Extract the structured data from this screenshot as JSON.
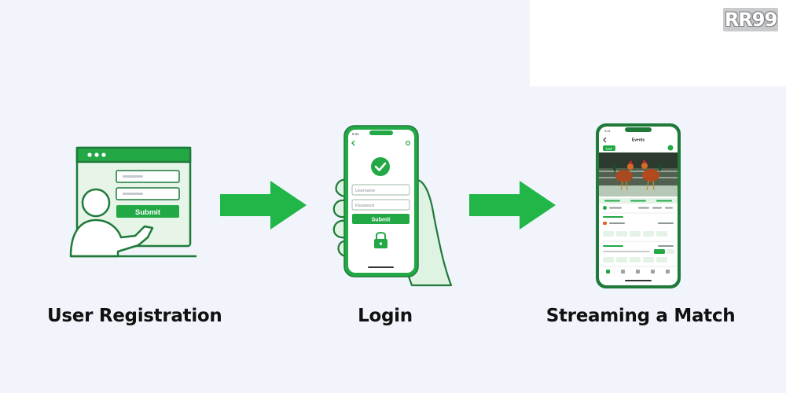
{
  "brand": {
    "logo_text": "RR99"
  },
  "steps": [
    {
      "caption": "User Registration",
      "form": {
        "submit_label": "Submit"
      }
    },
    {
      "caption": "Login",
      "phone": {
        "status_time": "9:41",
        "username_placeholder": "Username",
        "password_placeholder": "Password",
        "submit_label": "Submit"
      }
    },
    {
      "caption": "Streaming a Match",
      "phone": {
        "status_time": "9:41",
        "screen_title": "Events",
        "live_badge": "Live"
      }
    }
  ],
  "colors": {
    "accent": "#22a845",
    "dark_green": "#1f7a3a",
    "light_green": "#dff3e2",
    "background": "#f1f5fb"
  }
}
